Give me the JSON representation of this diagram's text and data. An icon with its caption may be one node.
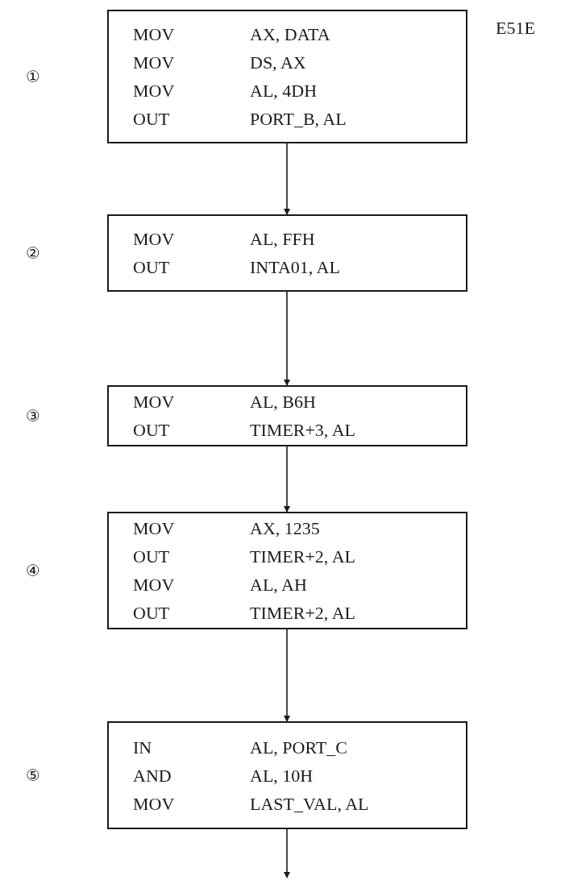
{
  "diagram": {
    "nodes": [
      {
        "text": [
          "MOV",
          "AX, DATA",
          "MOV",
          "DS, AX",
          "MOV",
          "AL, 4DH",
          "OUT",
          "PORT_B, AL"
        ]
      },
      {
        "text": [
          "MOV",
          "AL, FFH",
          "OUT",
          "INTA01, AL"
        ]
      },
      {
        "text": [
          "MOV",
          "AL, B6H",
          "OUT",
          "TIMER+3, AL"
        ]
      },
      {
        "text": [
          "MOV",
          "AX, 1235",
          "OUT",
          "TIMER+2, AL",
          "MOV",
          "AL, AH",
          "OUT",
          "TIMER+2, AL"
        ]
      },
      {
        "text": [
          "IN",
          "AL, PORT_C",
          "AND",
          "AL, 10H",
          "MOV",
          "LAST_VAL, AL"
        ]
      }
    ],
    "edges": [
      {
        "from": 0,
        "to": 1,
        "arrow": "to"
      },
      {
        "from": 1,
        "to": 2,
        "arrow": "to"
      },
      {
        "from": 2,
        "to": 3,
        "arrow": "to"
      },
      {
        "from": 3,
        "to": 4,
        "arrow": "to"
      },
      {
        "from": 4,
        "to": null,
        "arrow": "to"
      }
    ],
    "labels": [
      "E51E",
      "①",
      "②",
      "③",
      "④",
      "⑤"
    ]
  }
}
